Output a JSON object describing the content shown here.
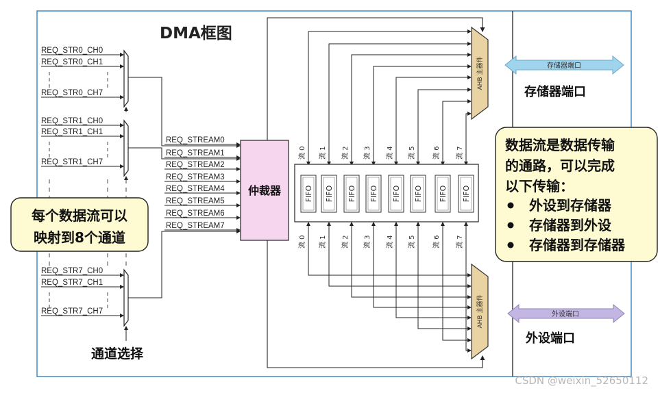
{
  "title": "DMA框图",
  "channel_groups": [
    {
      "top": "REQ_STR0_CH0",
      "second": "REQ_STR0_CH1",
      "bottom": "REQ_STR0_CH7"
    },
    {
      "top": "REQ_STR1_CH0",
      "second": "REQ_STR1_CH1",
      "bottom": "REQ_STR1_CH7"
    },
    {
      "top": "REQ_STR7_CH0",
      "second": "REQ_STR7_CH1",
      "bottom": "REQ_STR7_CH7"
    }
  ],
  "streams": [
    "REQ_STREAM0",
    "REQ_STREAM1",
    "REQ_STREAM2",
    "REQ_STREAM3",
    "REQ_STREAM4",
    "REQ_STREAM5",
    "REQ_STREAM6",
    "REQ_STREAM7"
  ],
  "arbiter_label": "仲裁器",
  "fifo_label": "FIFO",
  "flow_labels": [
    "流 0",
    "流 1",
    "流 2",
    "流 3",
    "流 4",
    "流 5",
    "流 6",
    "流 7"
  ],
  "ahb_label": "AHB 主器件",
  "memory_port_arrow": "存储器端口",
  "memory_port_label": "存储器端口",
  "peripheral_port_arrow": "外设端口",
  "peripheral_port_label": "外设端口",
  "channel_select_label": "通道选择",
  "callout_left": {
    "line1": "每个数据流可以",
    "line2": "映射到8个通道"
  },
  "callout_right": {
    "line1": "数据流是数据传输",
    "line2": "的通路，可以完成",
    "line3": "以下传输：",
    "bullets": [
      "外设到存储器",
      "存储器到外设",
      "存储器到存储器"
    ]
  },
  "watermark": "CSDN @weixin_52650112",
  "colors": {
    "frame": "#4a90c9",
    "arbiter_fill": "#f6d6ef",
    "ahb_fill": "#e9d3a2",
    "callout_fill": "#fefbd3",
    "memory_arrow": "#9fd4ec",
    "peripheral_arrow": "#c3b6e2"
  }
}
